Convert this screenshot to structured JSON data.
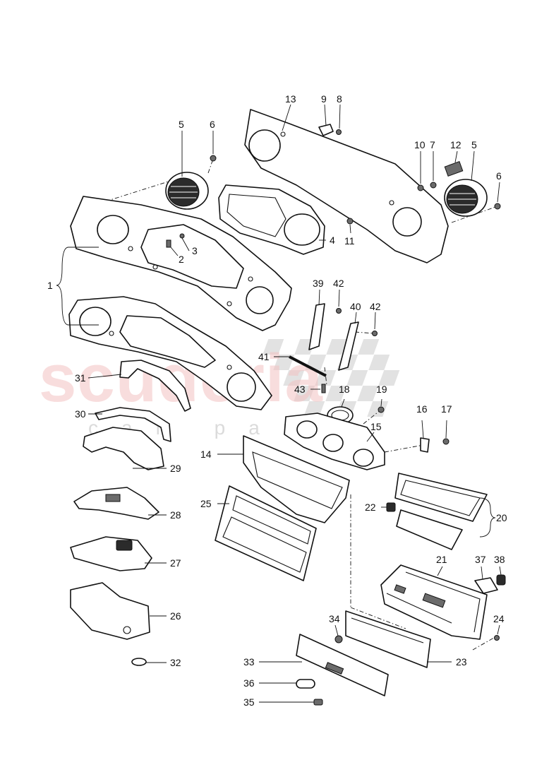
{
  "watermark": {
    "brand": "scuderia",
    "tagline": "car parts"
  },
  "callouts": [
    {
      "id": "1",
      "label": "1"
    },
    {
      "id": "2",
      "label": "2"
    },
    {
      "id": "3",
      "label": "3"
    },
    {
      "id": "4",
      "label": "4"
    },
    {
      "id": "5a",
      "label": "5"
    },
    {
      "id": "5b",
      "label": "5"
    },
    {
      "id": "6a",
      "label": "6"
    },
    {
      "id": "6b",
      "label": "6"
    },
    {
      "id": "7",
      "label": "7"
    },
    {
      "id": "8",
      "label": "8"
    },
    {
      "id": "9",
      "label": "9"
    },
    {
      "id": "10",
      "label": "10"
    },
    {
      "id": "11",
      "label": "11"
    },
    {
      "id": "12",
      "label": "12"
    },
    {
      "id": "13",
      "label": "13"
    },
    {
      "id": "14",
      "label": "14"
    },
    {
      "id": "15",
      "label": "15"
    },
    {
      "id": "16",
      "label": "16"
    },
    {
      "id": "17",
      "label": "17"
    },
    {
      "id": "18",
      "label": "18"
    },
    {
      "id": "19",
      "label": "19"
    },
    {
      "id": "20",
      "label": "20"
    },
    {
      "id": "21",
      "label": "21"
    },
    {
      "id": "22",
      "label": "22"
    },
    {
      "id": "23",
      "label": "23"
    },
    {
      "id": "24",
      "label": "24"
    },
    {
      "id": "25",
      "label": "25"
    },
    {
      "id": "26",
      "label": "26"
    },
    {
      "id": "27",
      "label": "27"
    },
    {
      "id": "28",
      "label": "28"
    },
    {
      "id": "29",
      "label": "29"
    },
    {
      "id": "30",
      "label": "30"
    },
    {
      "id": "31",
      "label": "31"
    },
    {
      "id": "32",
      "label": "32"
    },
    {
      "id": "33",
      "label": "33"
    },
    {
      "id": "34",
      "label": "34"
    },
    {
      "id": "35",
      "label": "35"
    },
    {
      "id": "36",
      "label": "36"
    },
    {
      "id": "37",
      "label": "37"
    },
    {
      "id": "38",
      "label": "38"
    },
    {
      "id": "39",
      "label": "39"
    },
    {
      "id": "40",
      "label": "40"
    },
    {
      "id": "41",
      "label": "41"
    },
    {
      "id": "42a",
      "label": "42"
    },
    {
      "id": "42b",
      "label": "42"
    },
    {
      "id": "43",
      "label": "43"
    }
  ]
}
